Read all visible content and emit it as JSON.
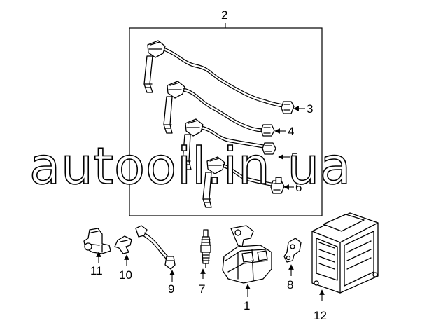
{
  "watermark": "autooil.in.ua",
  "callouts": {
    "c1": "1",
    "c2": "2",
    "c3": "3",
    "c4": "4",
    "c5": "5",
    "c6": "6",
    "c7": "7",
    "c8": "8",
    "c9": "9",
    "c10": "10",
    "c11": "11",
    "c12": "12"
  }
}
